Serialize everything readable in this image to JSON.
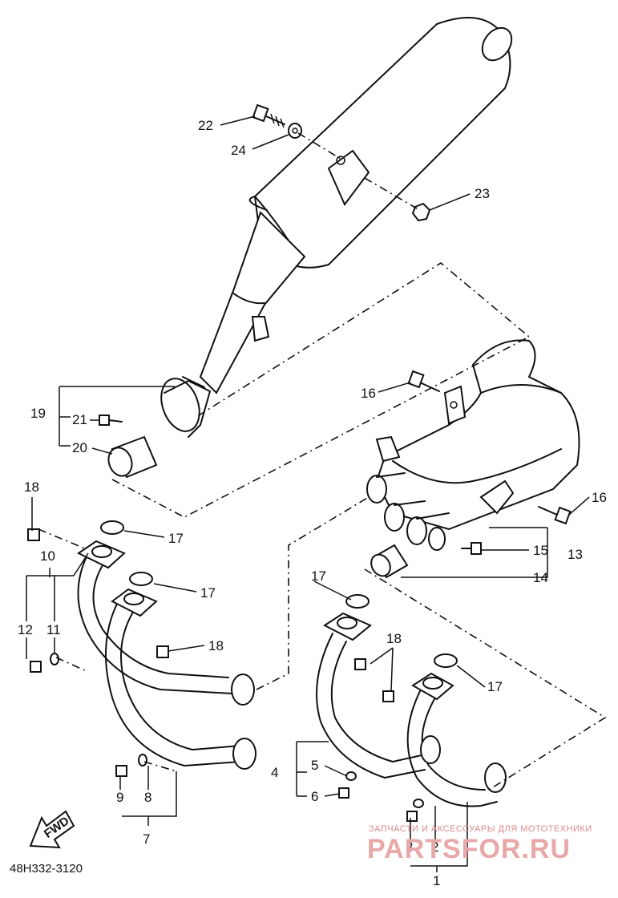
{
  "diagram": {
    "code": "48H332-3120",
    "fwd_label": "FWD",
    "labels": {
      "p1": "1",
      "p2": "2",
      "p3": "3",
      "p4": "4",
      "p5": "5",
      "p6": "6",
      "p7": "7",
      "p8": "8",
      "p9": "9",
      "p10": "10",
      "p11": "11",
      "p12": "12",
      "p13": "13",
      "p14": "14",
      "p15": "15",
      "p16a": "16",
      "p16b": "16",
      "p17a": "17",
      "p17b": "17",
      "p17c": "17",
      "p17d": "17",
      "p18a": "18",
      "p18b": "18",
      "p18c": "18",
      "p19": "19",
      "p20": "20",
      "p21": "21",
      "p22": "22",
      "p23": "23",
      "p24": "24"
    }
  },
  "watermark": {
    "tagline": "ЗАПЧАСТИ И АКСЕССУАРЫ ДЛЯ МОТОТЕХНИКИ",
    "brand": "PARTSFOR.RU"
  }
}
